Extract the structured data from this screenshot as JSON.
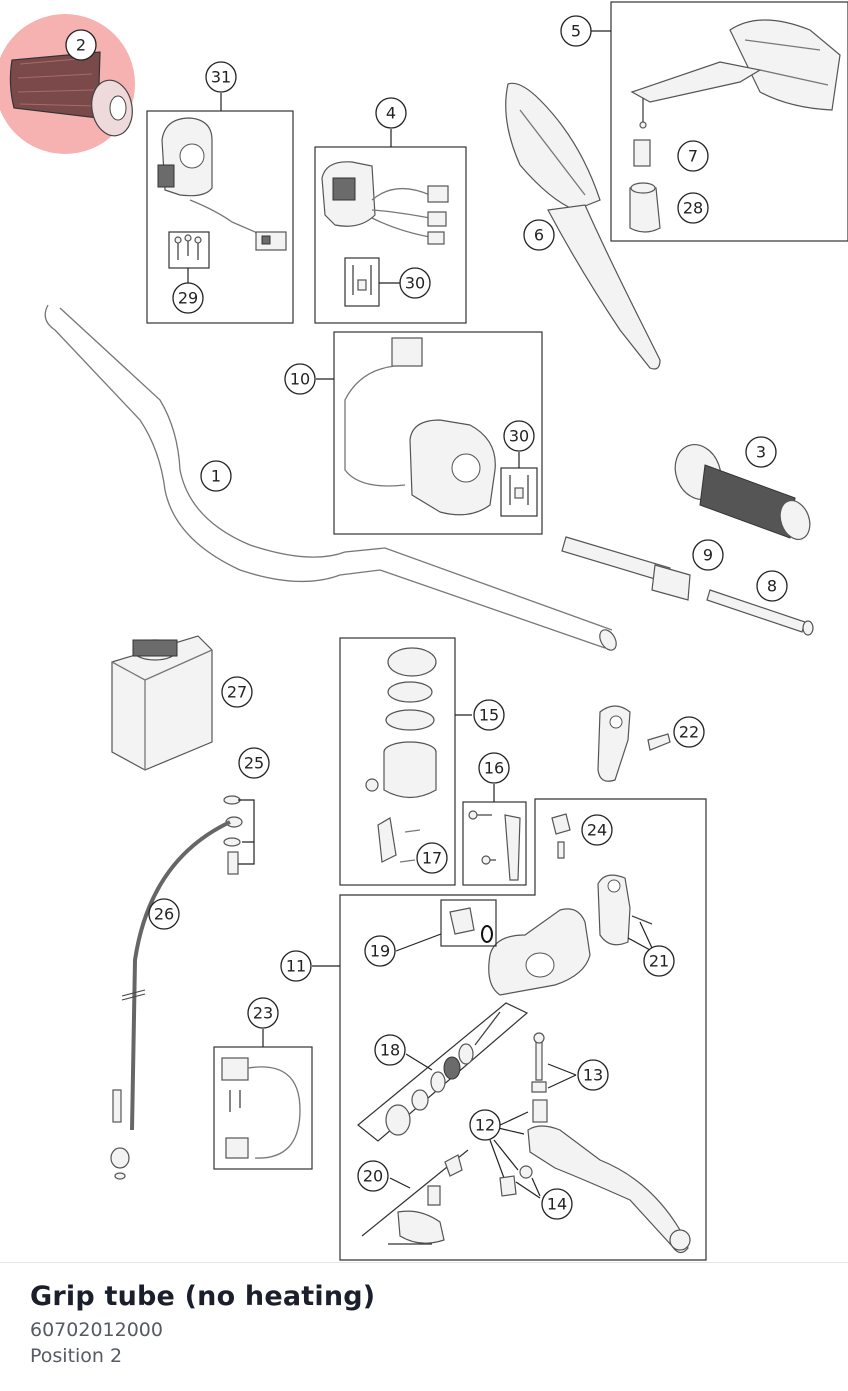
{
  "footer": {
    "title": "Grip tube (no heating)",
    "part_number": "60702012000",
    "position": "Position 2"
  },
  "colors": {
    "highlight": "#f4a3a3",
    "line": "#333333",
    "title": "#1a1f2b",
    "subtext": "#555a63"
  },
  "highlighted_position": "2",
  "callouts": {
    "c1": "1",
    "c2": "2",
    "c3": "3",
    "c4": "4",
    "c5": "5",
    "c6": "6",
    "c7": "7",
    "c8": "8",
    "c9": "9",
    "c10": "10",
    "c11": "11",
    "c12": "12",
    "c13": "13",
    "c14": "14",
    "c15": "15",
    "c16": "16",
    "c17": "17",
    "c18": "18",
    "c19": "19",
    "c20": "20",
    "c21": "21",
    "c22": "22",
    "c23": "23",
    "c24": "24",
    "c25": "25",
    "c26": "26",
    "c27": "27",
    "c28": "28",
    "c29": "29",
    "c30a": "30",
    "c30b": "30",
    "c31": "31"
  }
}
